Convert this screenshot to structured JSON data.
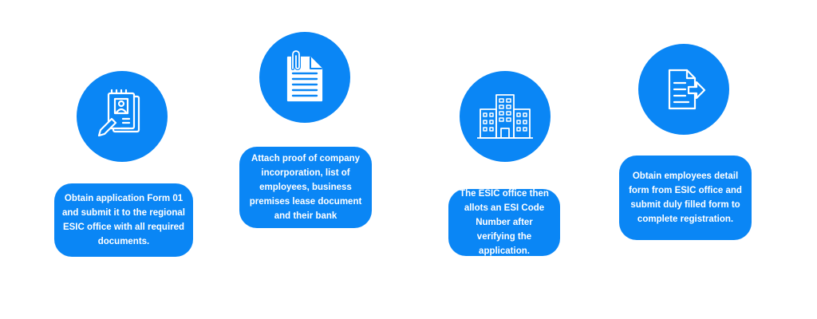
{
  "colors": {
    "accent": "#0a86f5",
    "background": "#ffffff",
    "icon_stroke": "#ffffff"
  },
  "steps": [
    {
      "icon": "application-form-icon",
      "text": "Obtain application Form 01 and submit it to the regional ESIC office with all required documents."
    },
    {
      "icon": "attached-document-icon",
      "text": "Attach proof of company incorporation, list of employees, business premises lease document and their bank"
    },
    {
      "icon": "office-building-icon",
      "text": "The ESIC office then allots an ESI Code Number after verifying the application."
    },
    {
      "icon": "document-submit-icon",
      "text": "Obtain employees detail form from ESIC office and submit duly filled form to complete registration."
    }
  ]
}
